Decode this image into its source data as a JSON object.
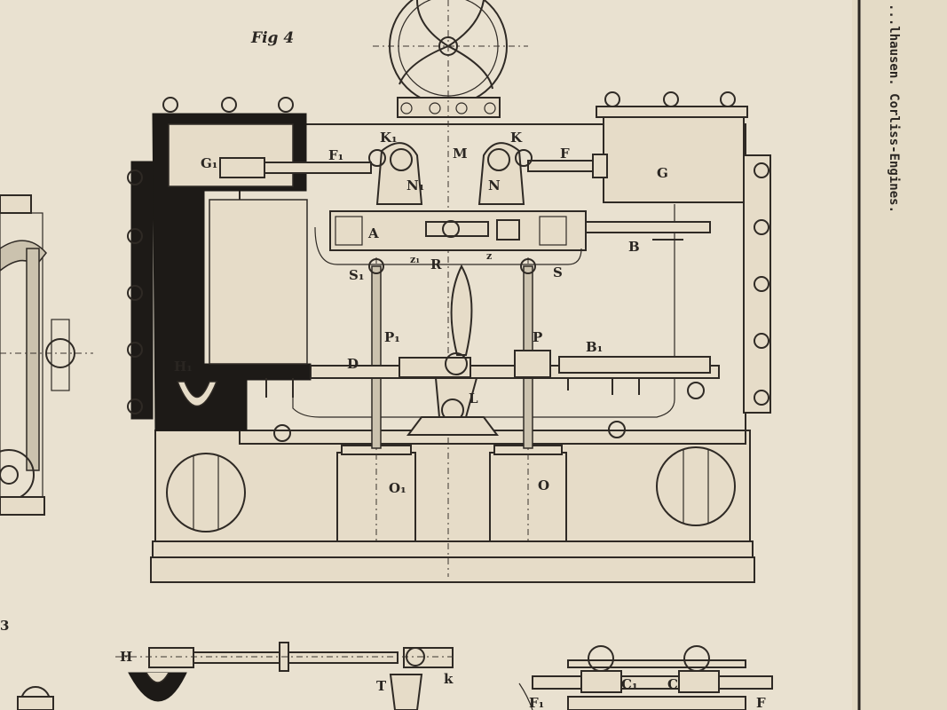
{
  "figure": {
    "caption": "Fig 4"
  },
  "side_text": "...lhausen. Corliss-Engines.",
  "labels": {
    "G1": "G₁",
    "F1": "F₁",
    "K1": "K₁",
    "M": "M",
    "K": "K",
    "F": "F",
    "G": "G",
    "N1": "N₁",
    "N": "N",
    "A": "A",
    "B": "B",
    "R": "R",
    "z1": "z₁",
    "z": "z",
    "S1": "S₁",
    "S": "S",
    "P1": "P₁",
    "P": "P",
    "B1": "B₁",
    "H1": "H₁",
    "D": "D",
    "L": "L",
    "O1": "O₁",
    "O": "O",
    "H": "H",
    "T": "T",
    "k": "k",
    "C1": "C₁",
    "C": "C",
    "F1_bottom": "F₁",
    "F_bottom": "F",
    "margin_3": "3"
  }
}
